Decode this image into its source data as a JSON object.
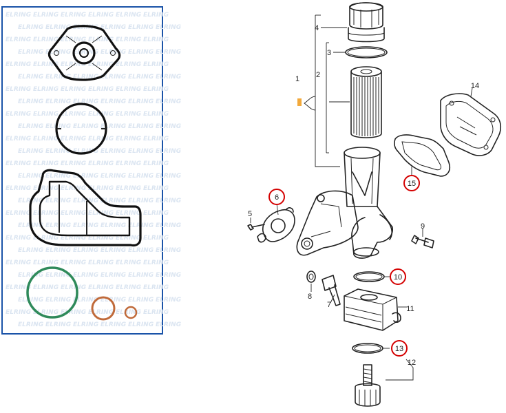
{
  "kit": {
    "watermark": "ELRING"
  },
  "diagram": {
    "labels": [
      {
        "id": "4",
        "text": "4"
      },
      {
        "id": "3",
        "text": "3"
      },
      {
        "id": "2",
        "text": "2"
      },
      {
        "id": "1",
        "text": "1"
      },
      {
        "id": "14",
        "text": "14"
      },
      {
        "id": "15",
        "text": "15"
      },
      {
        "id": "6",
        "text": "6"
      },
      {
        "id": "5",
        "text": "5"
      },
      {
        "id": "9",
        "text": "9"
      },
      {
        "id": "10",
        "text": "10"
      },
      {
        "id": "8",
        "text": "8"
      },
      {
        "id": "7",
        "text": "7"
      },
      {
        "id": "11",
        "text": "11"
      },
      {
        "id": "13",
        "text": "13"
      },
      {
        "id": "12",
        "text": "12"
      }
    ],
    "highlighted": [
      "15",
      "6",
      "10",
      "13"
    ],
    "colors": {
      "panel_border": "#1a53a8",
      "highlight": "#d40000",
      "o_ring_green": "#2f8a5a",
      "o_ring_copper": "#c06a3a",
      "bracket_mark": "#f2a93b"
    }
  }
}
